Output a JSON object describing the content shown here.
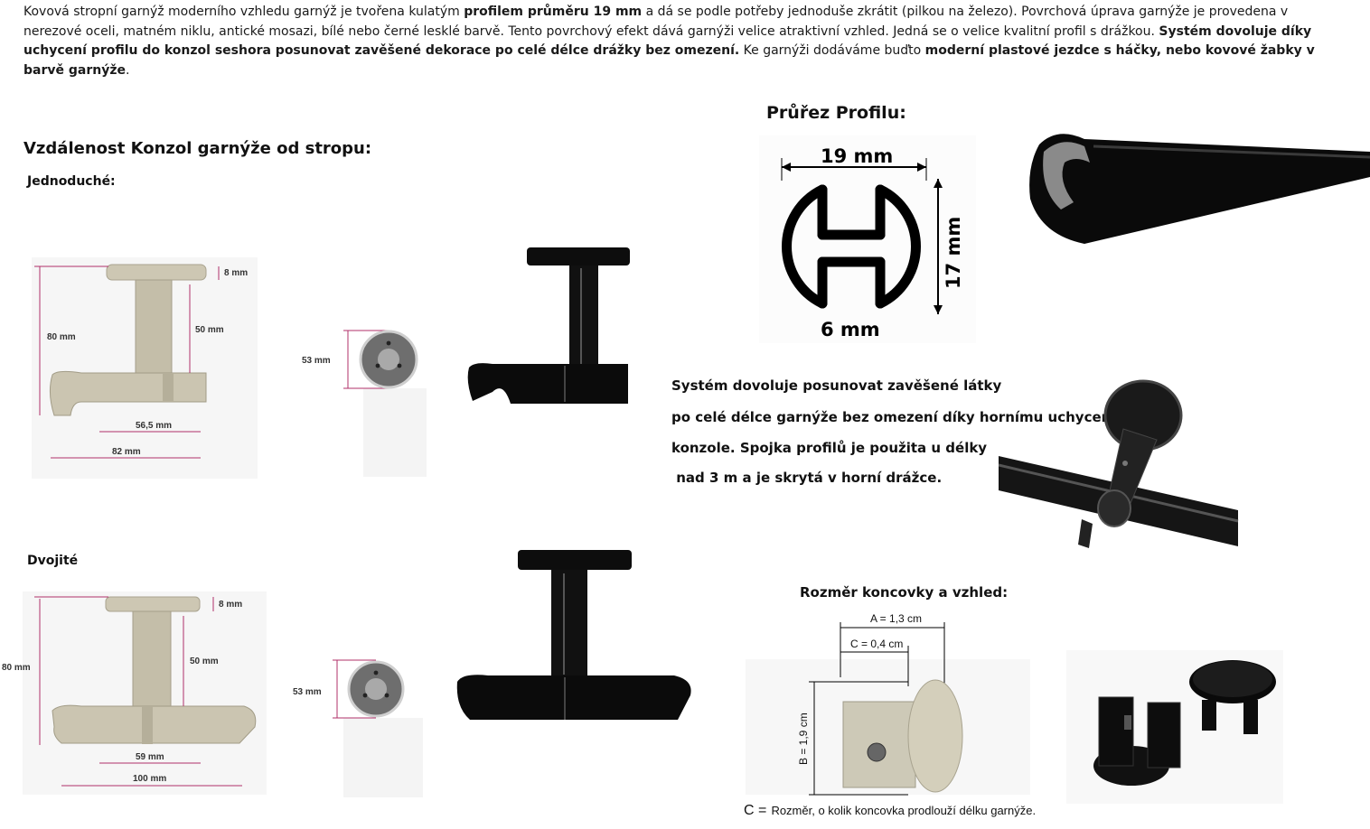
{
  "intro": {
    "s1": "Kovová stropní garnýž moderního vzhledu garnýž je tvořena kulatým ",
    "s1b": "profilem průměru 19 mm",
    "s2": " a dá se podle potřeby jednoduše zkrátit (pilkou na železo). Povrchová úprava garnýže je provedena v nerezové oceli, matném niklu, antické mosazi, bílé nebo černé lesklé barvě. Tento povrchový efekt dává garnýži velice atraktivní vzhled. Jedná se o velice kvalitní profil s drážkou. ",
    "s2b": "Systém dovoluje díky uchycení profilu do konzol seshora posunovat zavěšené dekorace po celé délce drážky bez omezení.",
    "s3": " Ke garnýži dodáváme buďto ",
    "s3b": "moderní plastové jezdce s háčky, nebo kovové žabky v barvě garnýže",
    "s4": "."
  },
  "headings": {
    "distance": "Vzdálenost Konzol garnýže od stropu:",
    "single": "Jednoduché:",
    "double": "Dvojité",
    "profile": "Průřez Profilu:",
    "endcap": "Rozměr koncovky a vzhled:"
  },
  "single_dims": {
    "top": "8 mm",
    "height": "80 mm",
    "stem": "50 mm",
    "inner": "56,5 mm",
    "width": "82 mm",
    "plate": "53 mm"
  },
  "double_dims": {
    "top": "8 mm",
    "height": "80 mm",
    "stem": "50 mm",
    "inner": "59 mm",
    "width": "100 mm",
    "plate": "53 mm"
  },
  "profile_dims": {
    "width": "19 mm",
    "height": "17 mm",
    "slot": "6 mm"
  },
  "system_text": [
    "Systém dovoluje posunovat zavěšené látky",
    "po celé délce garnýže bez omezení díky hornímu uchycení",
    "konzole. Spojka profilů je použita u délky",
    " nad 3 m a je skrytá v horní drážce."
  ],
  "endcap_dims": {
    "a": "A = 1,3 cm",
    "c": "C = 0,4 cm",
    "b": "B = 1,9 cm"
  },
  "endcap_caption": {
    "letter": "C =",
    "text": "Rozměr, o kolik koncovka prodlouží délku garnýže."
  },
  "colors": {
    "nickel": "#c9c3b0",
    "black": "#0d0d0d",
    "dimension_line": "#b0306a"
  }
}
